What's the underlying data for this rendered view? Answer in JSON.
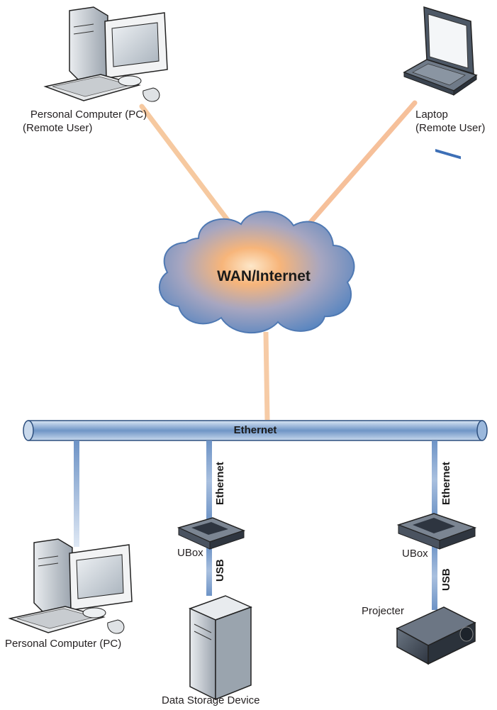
{
  "cloud": {
    "label": "WAN/Internet"
  },
  "ethernet_bus": {
    "label": "Ethernet"
  },
  "devices": {
    "remote_pc": {
      "line1": "Personal Computer (PC)",
      "line2": "(Remote User)"
    },
    "remote_laptop": {
      "line1": "Laptop",
      "line2": "(Remote User)"
    },
    "local_pc": {
      "label": "Personal Computer (PC)"
    },
    "ubox_left": {
      "label": "UBox"
    },
    "ubox_right": {
      "label": "UBox"
    },
    "storage": {
      "label": "Data Storage Device"
    },
    "projector": {
      "label": "Projecter"
    }
  },
  "links": {
    "storage_ethernet": "Ethernet",
    "storage_usb": "USB",
    "projector_ethernet": "Ethernet",
    "projector_usb": "USB"
  },
  "colors": {
    "wan_link": "#f6c9a0",
    "lan_link": "#7b9fcc",
    "bus_fill": "#8fb1d8",
    "cloud_edge": "#4f79b3",
    "cloud_glow": "#f8a65a"
  }
}
